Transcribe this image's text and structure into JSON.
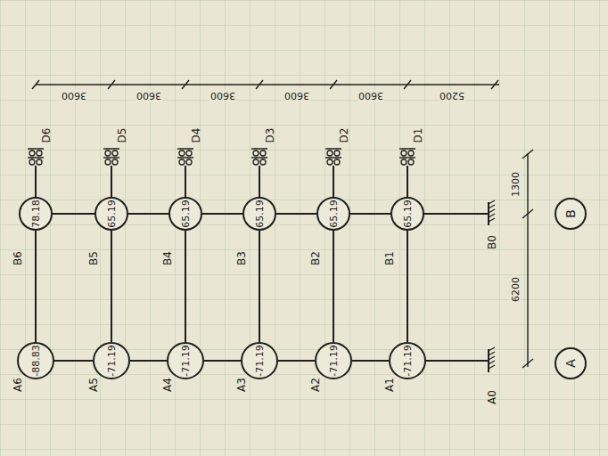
{
  "diagram": {
    "nodes": [
      {
        "text": [
          "-88.83"
        ]
      },
      {
        "text": [
          "78.18"
        ]
      },
      {
        "text": [
          "-71.19"
        ]
      },
      {
        "text": [
          "65.19"
        ]
      },
      {
        "text": [
          "-71.19"
        ]
      },
      {
        "text": [
          "65.19"
        ]
      },
      {
        "text": [
          "-71.19"
        ]
      },
      {
        "text": [
          "65.19"
        ]
      },
      {
        "text": [
          "-71.19"
        ]
      },
      {
        "text": [
          "65.19"
        ]
      },
      {
        "text": [
          "-71.19"
        ]
      },
      {
        "text": [
          "65.19"
        ]
      },
      {
        "text": [
          "A"
        ]
      },
      {
        "text": [
          "B"
        ]
      }
    ],
    "edges": [
      {
        "from": 0,
        "to": 1,
        "arrow": "none"
      },
      {
        "from": 2,
        "to": 3,
        "arrow": "none"
      },
      {
        "from": 4,
        "to": 5,
        "arrow": "none"
      },
      {
        "from": 6,
        "to": 7,
        "arrow": "none"
      },
      {
        "from": 8,
        "to": 9,
        "arrow": "none"
      },
      {
        "from": 10,
        "to": 11,
        "arrow": "none"
      },
      {
        "from": 0,
        "to": 2,
        "arrow": "none"
      },
      {
        "from": 1,
        "to": 3,
        "arrow": "none"
      },
      {
        "from": 2,
        "to": 4,
        "arrow": "none"
      },
      {
        "from": 3,
        "to": 5,
        "arrow": "none"
      },
      {
        "from": 4,
        "to": 6,
        "arrow": "none"
      },
      {
        "from": 5,
        "to": 7,
        "arrow": "none"
      },
      {
        "from": 6,
        "to": 8,
        "arrow": "none"
      },
      {
        "from": 7,
        "to": 9,
        "arrow": "none"
      },
      {
        "from": 8,
        "to": 10,
        "arrow": "none"
      },
      {
        "from": 9,
        "to": 11,
        "arrow": "none"
      }
    ],
    "labels": [
      "A6",
      "B6",
      "D6",
      "A5",
      "B5",
      "D5",
      "A4",
      "B4",
      "D4",
      "A3",
      "B3",
      "D3",
      "A2",
      "B2",
      "D2",
      "A1",
      "B1",
      "D1",
      "A0",
      "B0",
      "3600",
      "3600",
      "3600",
      "3600",
      "3600",
      "5200",
      "1300",
      "6200"
    ]
  }
}
